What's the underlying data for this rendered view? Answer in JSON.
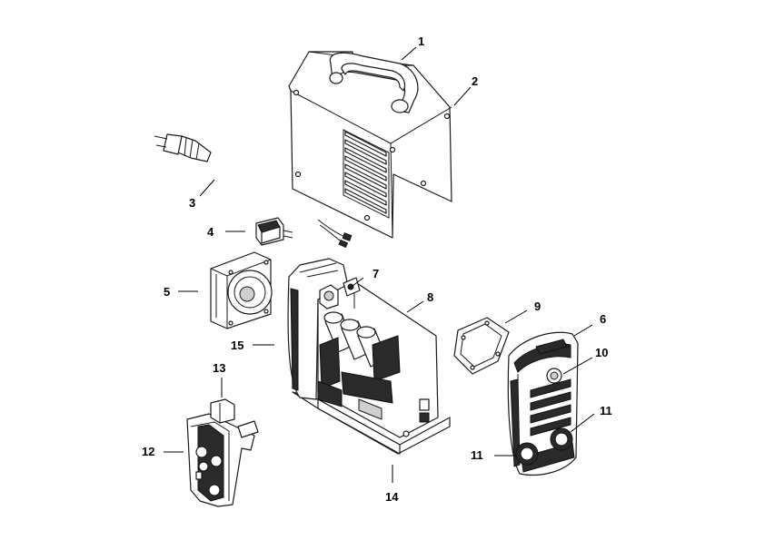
{
  "diagram": {
    "callouts": [
      {
        "id": "1",
        "text": "1"
      },
      {
        "id": "2",
        "text": "2"
      },
      {
        "id": "3",
        "text": "3"
      },
      {
        "id": "4",
        "text": "4"
      },
      {
        "id": "5",
        "text": "5"
      },
      {
        "id": "6",
        "text": "6"
      },
      {
        "id": "7",
        "text": "7"
      },
      {
        "id": "8",
        "text": "8"
      },
      {
        "id": "9",
        "text": "9"
      },
      {
        "id": "10",
        "text": "10"
      },
      {
        "id": "11a",
        "text": "11"
      },
      {
        "id": "11b",
        "text": "11"
      },
      {
        "id": "12",
        "text": "12"
      },
      {
        "id": "13",
        "text": "13"
      },
      {
        "id": "14",
        "text": "14"
      },
      {
        "id": "15",
        "text": "15"
      }
    ],
    "parts": [
      {
        "ref": "1",
        "icon": "carry-handle-icon"
      },
      {
        "ref": "2",
        "icon": "housing-cover-icon"
      },
      {
        "ref": "3",
        "icon": "power-cable-plug-icon"
      },
      {
        "ref": "4",
        "icon": "power-switch-icon"
      },
      {
        "ref": "5",
        "icon": "cooling-fan-icon"
      },
      {
        "ref": "6",
        "icon": "front-panel-icon"
      },
      {
        "ref": "7",
        "icon": "connector-icon"
      },
      {
        "ref": "8",
        "icon": "circuit-board-icon"
      },
      {
        "ref": "9",
        "icon": "mounting-plate-icon"
      },
      {
        "ref": "10",
        "icon": "knob-icon"
      },
      {
        "ref": "11",
        "icon": "socket-icon"
      },
      {
        "ref": "12",
        "icon": "rear-panel-icon"
      },
      {
        "ref": "13",
        "icon": "bracket-icon"
      },
      {
        "ref": "14",
        "icon": "base-chassis-icon"
      },
      {
        "ref": "15",
        "icon": "side-frame-icon"
      }
    ]
  }
}
